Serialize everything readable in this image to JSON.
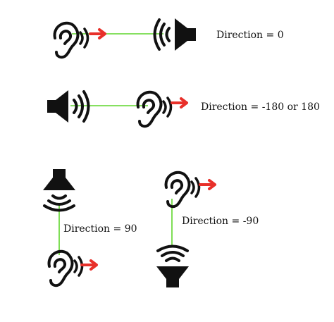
{
  "colors": {
    "line": "#5fd62c",
    "arrow": "#e8302a",
    "icon": "#111111",
    "background": "#ffffff"
  },
  "icons": [
    "ear-icon",
    "speaker-icon",
    "direction-arrow-icon"
  ],
  "scenarios": [
    {
      "label": "Direction = 0",
      "ear": "left",
      "speaker": "right"
    },
    {
      "label": "Direction = -180 or 180",
      "ear": "right",
      "speaker": "left"
    },
    {
      "label": "Direction = 90",
      "ear": "bottom",
      "speaker": "top"
    },
    {
      "label": "Direction = -90",
      "ear": "top",
      "speaker": "bottom"
    }
  ]
}
